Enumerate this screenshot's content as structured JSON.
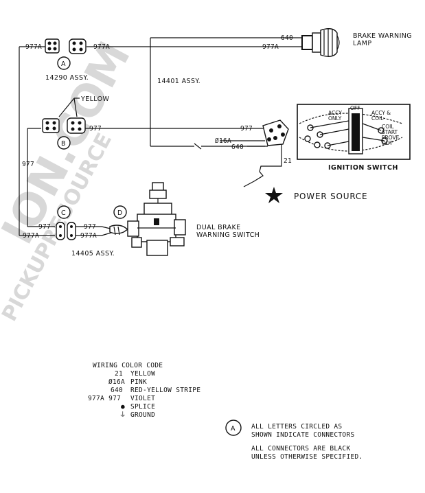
{
  "watermark": {
    "line1": "ION.COM",
    "line2": "PICKUPRESOURCE"
  },
  "components": {
    "brake_warning_lamp": "BRAKE WARNING LAMP",
    "ignition_switch": "IGNITION SWITCH",
    "power_source": "POWER SOURCE",
    "dual_brake_warning_switch": "DUAL BRAKE WARNING SWITCH",
    "assy_14290": "14290 ASSY.",
    "assy_14401": "14401 ASSY.",
    "assy_14405": "14405 ASSY.",
    "yellow": "YELLOW"
  },
  "ignition_positions": {
    "off": "OFF",
    "accy_only": "ACCY ONLY",
    "accy_coil": "ACCY & COIL",
    "coil_start_prove_out": "COIL START PROVE OUT"
  },
  "connectors": [
    "A",
    "B",
    "C",
    "D"
  ],
  "wires": {
    "w977": "977",
    "w977a": "977A",
    "w640": "640",
    "w16a": "Ø16A",
    "w21": "21"
  },
  "legend": {
    "title": "WIRING COLOR CODE",
    "rows": [
      {
        "code": "21",
        "desc": "YELLOW"
      },
      {
        "code": "Ø16A",
        "desc": "PINK"
      },
      {
        "code": "640",
        "desc": "RED-YELLOW STRIPE"
      },
      {
        "code": "977A 977",
        "desc": "VIOLET"
      },
      {
        "code": "●",
        "desc": "SPLICE"
      },
      {
        "code": "⏚",
        "desc": "GROUND"
      }
    ]
  },
  "notes": {
    "connector_letter": "A",
    "line1": "ALL LETTERS CIRCLED AS",
    "line2": "SHOWN INDICATE CONNECTORS",
    "line3": "ALL CONNECTORS ARE BLACK",
    "line4": "UNLESS OTHERWISE SPECIFIED."
  }
}
